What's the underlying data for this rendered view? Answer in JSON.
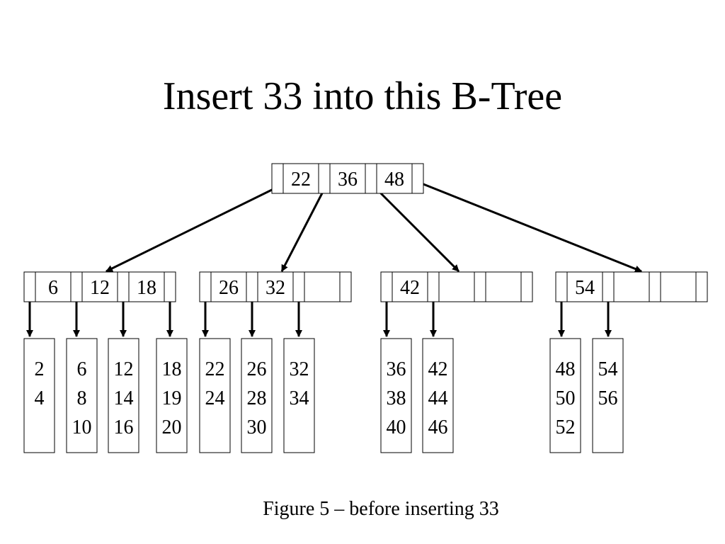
{
  "title": "Insert 33 into this B-Tree",
  "caption": "Figure 5 – before inserting 33",
  "root": {
    "keys": [
      "22",
      "36",
      "48"
    ],
    "slots": 3
  },
  "internal": [
    {
      "keys": [
        "6",
        "12",
        "18"
      ],
      "slots": 3
    },
    {
      "keys": [
        "26",
        "32"
      ],
      "slots": 3
    },
    {
      "keys": [
        "42"
      ],
      "slots": 3
    },
    {
      "keys": [
        "54"
      ],
      "slots": 3
    }
  ],
  "leaves": [
    {
      "parent": 0,
      "values": [
        "2",
        "4"
      ]
    },
    {
      "parent": 0,
      "values": [
        "6",
        "8",
        "10"
      ]
    },
    {
      "parent": 0,
      "values": [
        "12",
        "14",
        "16"
      ]
    },
    {
      "parent": 0,
      "values": [
        "18",
        "19",
        "20"
      ]
    },
    {
      "parent": 1,
      "values": [
        "22",
        "24"
      ]
    },
    {
      "parent": 1,
      "values": [
        "26",
        "28",
        "30"
      ]
    },
    {
      "parent": 1,
      "values": [
        "32",
        "34"
      ]
    },
    {
      "parent": 2,
      "values": [
        "36",
        "38",
        "40"
      ]
    },
    {
      "parent": 2,
      "values": [
        "42",
        "44",
        "46"
      ]
    },
    {
      "parent": 3,
      "values": [
        "48",
        "50",
        "52"
      ]
    },
    {
      "parent": 3,
      "values": [
        "54",
        "56"
      ]
    }
  ]
}
